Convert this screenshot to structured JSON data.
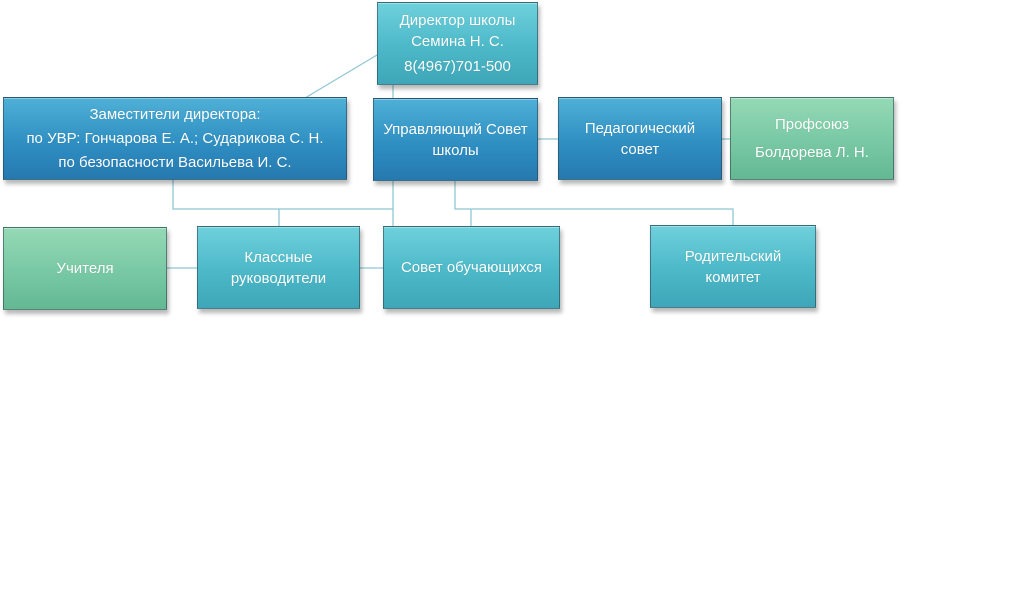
{
  "diagram": {
    "nodes": {
      "director": {
        "lines": [
          "Директор школы",
          "Семина Н. С.",
          "8(4967)701-500"
        ]
      },
      "deputies": {
        "lines": [
          "Заместители директора:",
          "по УВР: Гончарова Е. А.; Сударикова С. Н.",
          "по безопасности Васильева И. С."
        ]
      },
      "board": {
        "lines": [
          "Управляющий Совет",
          "школы"
        ]
      },
      "ped_council": {
        "lines": [
          "Педагогический",
          "совет"
        ]
      },
      "union": {
        "lines": [
          "Профсоюз",
          "Болдорева Л. Н."
        ]
      },
      "teachers": {
        "lines": [
          "Учителя"
        ]
      },
      "class_teachers": {
        "lines": [
          "Классные",
          "руководители"
        ]
      },
      "student_council": {
        "lines": [
          "Совет обучающихся"
        ]
      },
      "parent_committee": {
        "lines": [
          "Родительский",
          "комитет"
        ]
      }
    },
    "colors": {
      "connector": "#8fc8d4"
    }
  }
}
